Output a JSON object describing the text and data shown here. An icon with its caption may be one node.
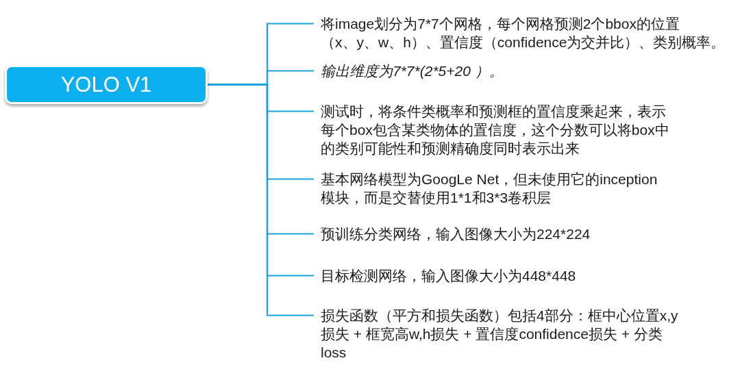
{
  "diagram": {
    "nodes": [
      {
        "text": [
          "YOLO V1"
        ]
      },
      {
        "text": [
          "将image划分为7*7个网格，每个网格预测2个bbox的位置（x、y、w、h）、置信度（confidence为交并比）、类别概率。"
        ]
      },
      {
        "text": [
          "输出维度为7*7*(2*5+20 ）。"
        ]
      },
      {
        "text": [
          "测试时，将条件类概率和预测框的置信度乘起来，表示每个box包含某类物体的置信度，这个分数可以将box中的类别可能性和预测精确度同时表示出来"
        ]
      },
      {
        "text": [
          "基本网络模型为GoogLe Net，但未使用它的inception模块，而是交替使用1*1和3*3卷积层"
        ]
      },
      {
        "text": [
          "预训练分类网络，输入图像大小为224*224"
        ]
      },
      {
        "text": [
          "目标检测网络，输入图像大小为448*448"
        ]
      },
      {
        "text": [
          "损失函数（平方和损失函数）包括4部分：框中心位置x,y损失 + 框宽高w,h损失 + 置信度confidence损失 + 分类loss"
        ]
      }
    ],
    "edges": [
      {
        "from": 0,
        "to": 1,
        "arrow": "none"
      },
      {
        "from": 0,
        "to": 2,
        "arrow": "none"
      },
      {
        "from": 0,
        "to": 3,
        "arrow": "none"
      },
      {
        "from": 0,
        "to": 4,
        "arrow": "none"
      },
      {
        "from": 0,
        "to": 5,
        "arrow": "none"
      },
      {
        "from": 0,
        "to": 6,
        "arrow": "none"
      },
      {
        "from": 0,
        "to": 7,
        "arrow": "none"
      }
    ]
  }
}
